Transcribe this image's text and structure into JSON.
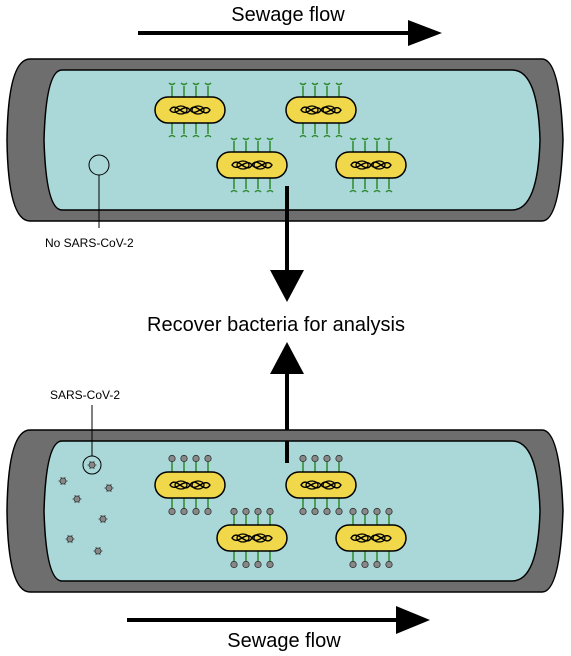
{
  "top_panel": {
    "flow_label": "Sewage flow",
    "callout_label": "No SARS-CoV-2",
    "bacteria_count": 4,
    "virus_particles_free": 0,
    "receptor_state": "unbound"
  },
  "center": {
    "label": "Recover bacteria for analysis"
  },
  "bottom_panel": {
    "flow_label": "Sewage flow",
    "callout_label": "SARS-CoV-2",
    "bacteria_count": 4,
    "virus_particles_free": 7,
    "receptor_state": "bound"
  },
  "colors": {
    "pipe_wall": "#6e6e6e",
    "sewage_water": "#aad8d8",
    "bacterium_fill": "#f0d84a",
    "receptor_green": "#2c8a2c",
    "virus_particle": "#888888",
    "arrow": "#000000"
  }
}
